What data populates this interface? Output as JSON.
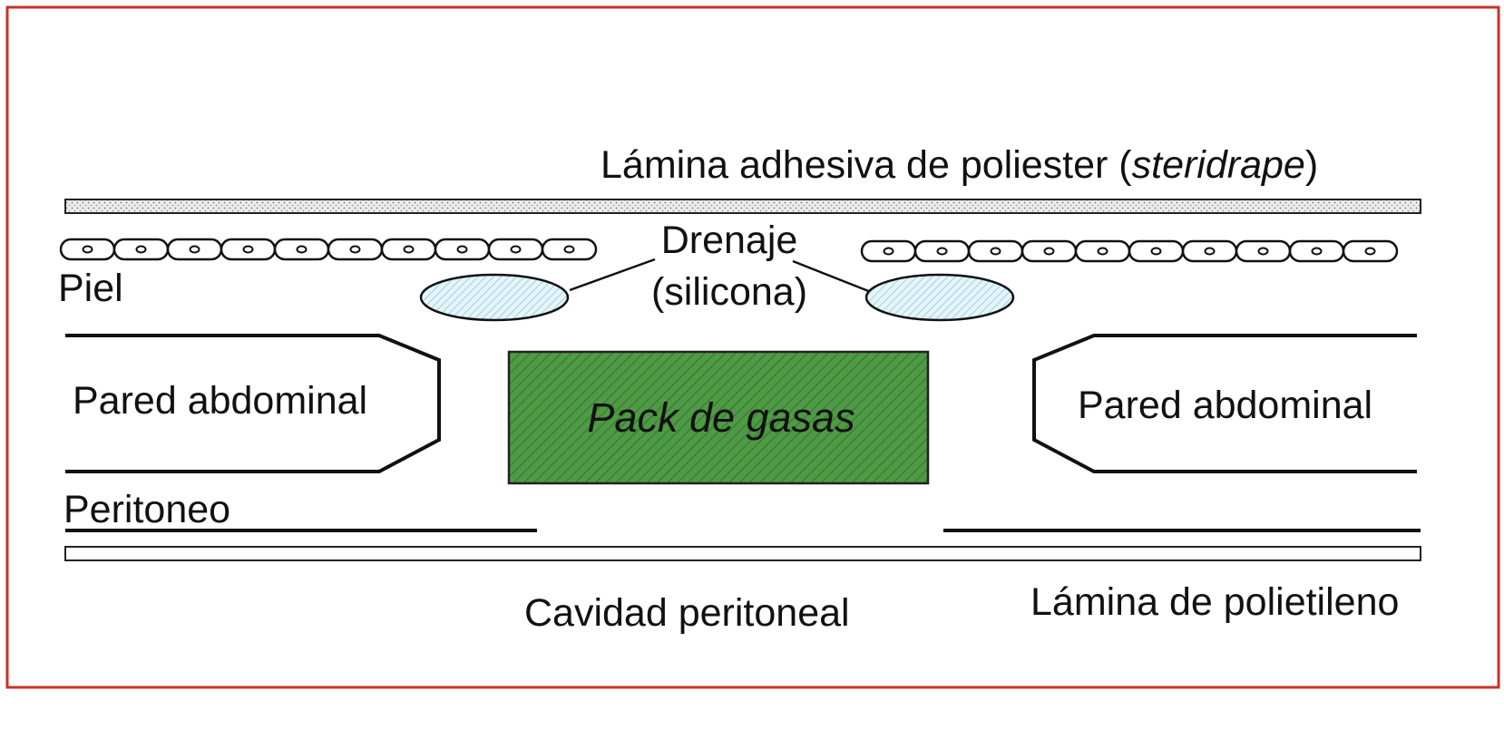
{
  "diagram": {
    "labels": {
      "adhesive_sheet": "Lámina adhesiva de poliester (",
      "adhesive_sheet_brand": "steridrape",
      "adhesive_sheet_close": ")",
      "drain": "Drenaje",
      "drain_material": "(silicona)",
      "skin": "Piel",
      "wall_left": "Pared abdominal",
      "wall_right": "Pared abdominal",
      "gauze_pack": "Pack de gasas",
      "peritoneum": "Peritoneo",
      "peritoneal_cavity": "Cavidad peritoneal",
      "polyethylene_sheet": "Lámina de polietileno"
    },
    "colors": {
      "frame": "#c9322a",
      "gauze_pack": "#4e9a45",
      "drain_fill": "#cfeaf3",
      "line": "#111111"
    },
    "skin_cells": {
      "left_count": 10,
      "right_count": 10
    }
  }
}
